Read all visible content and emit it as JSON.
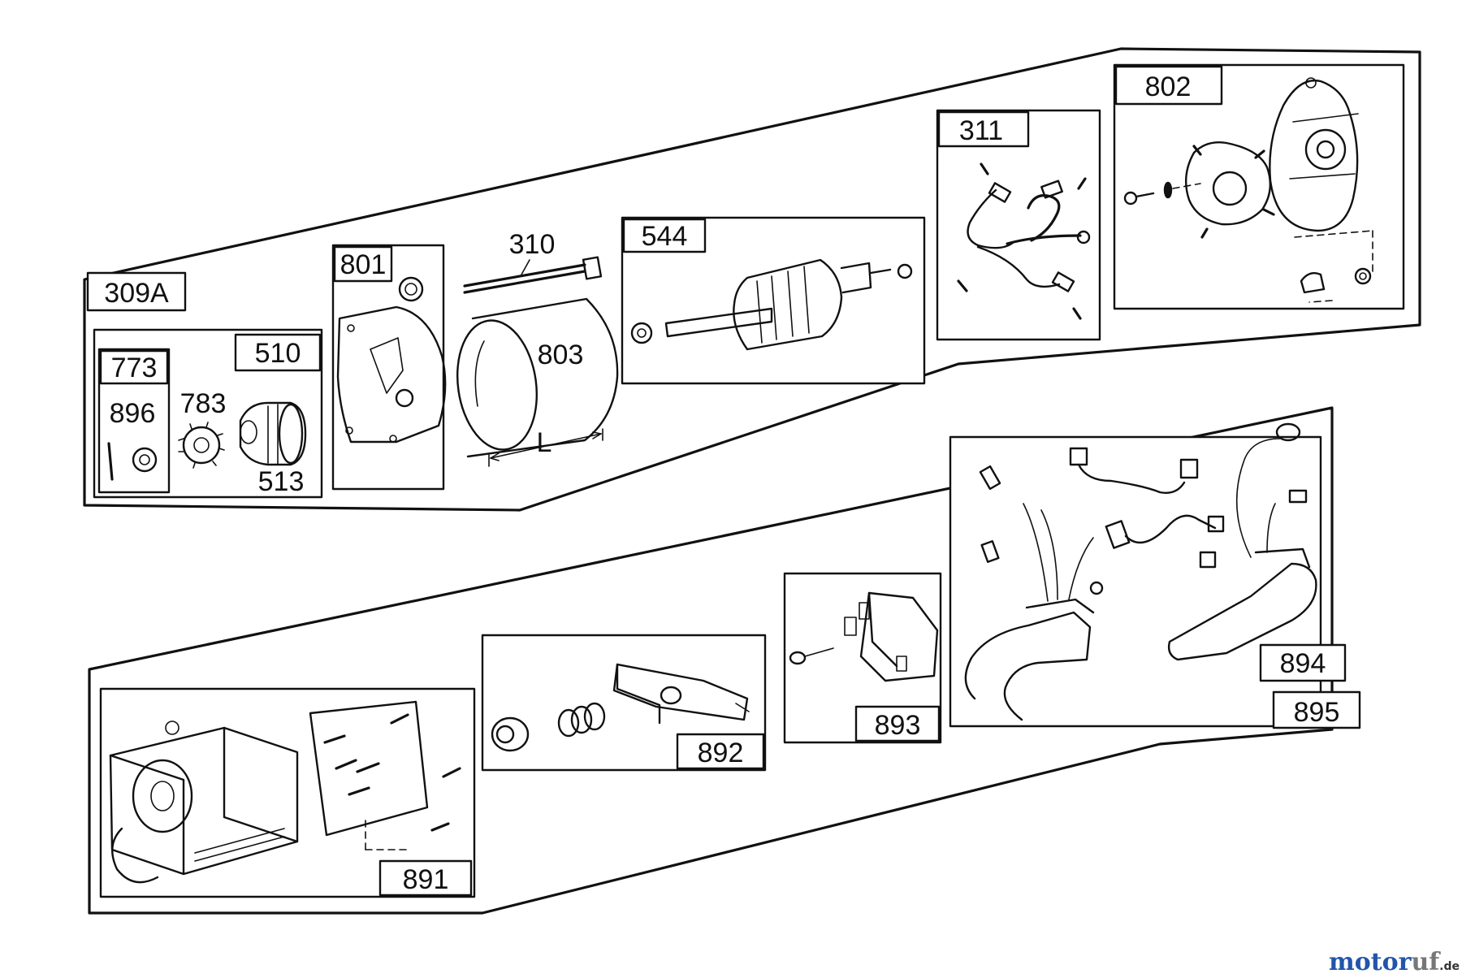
{
  "parts": {
    "p309a": "309A",
    "p801": "801",
    "p310": "310",
    "p544": "544",
    "p311": "311",
    "p802": "802",
    "p510": "510",
    "p773": "773",
    "p896": "896",
    "p783": "783",
    "p513": "513",
    "p803": "803",
    "pL": "L",
    "p891": "891",
    "p892": "892",
    "p893": "893",
    "p894": "894",
    "p895": "895"
  },
  "watermark": {
    "brand_a": "motor",
    "brand_b": "uf",
    "tld": ".de",
    "colors": {
      "m": "#2255aa",
      "o": "#cc3333",
      "t": "#22aa44",
      "r": "#ee8800",
      "u": "#2277cc",
      "f": "#777777"
    }
  }
}
